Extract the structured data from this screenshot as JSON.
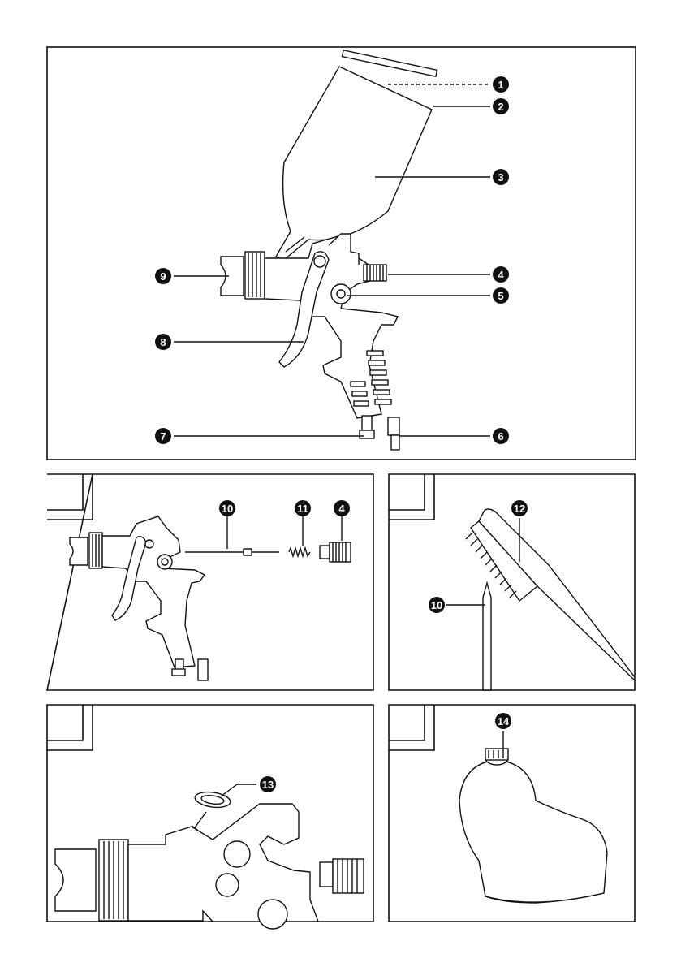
{
  "colors": {
    "ink": "#111111",
    "paper": "#ffffff"
  },
  "callouts": {
    "c1": "1",
    "c2": "2",
    "c3": "3",
    "c4": "4",
    "c5": "5",
    "c6": "6",
    "c7": "7",
    "c8": "8",
    "c9": "9",
    "c10": "10",
    "c11": "11",
    "c12": "12",
    "c13": "13",
    "c14": "14"
  }
}
